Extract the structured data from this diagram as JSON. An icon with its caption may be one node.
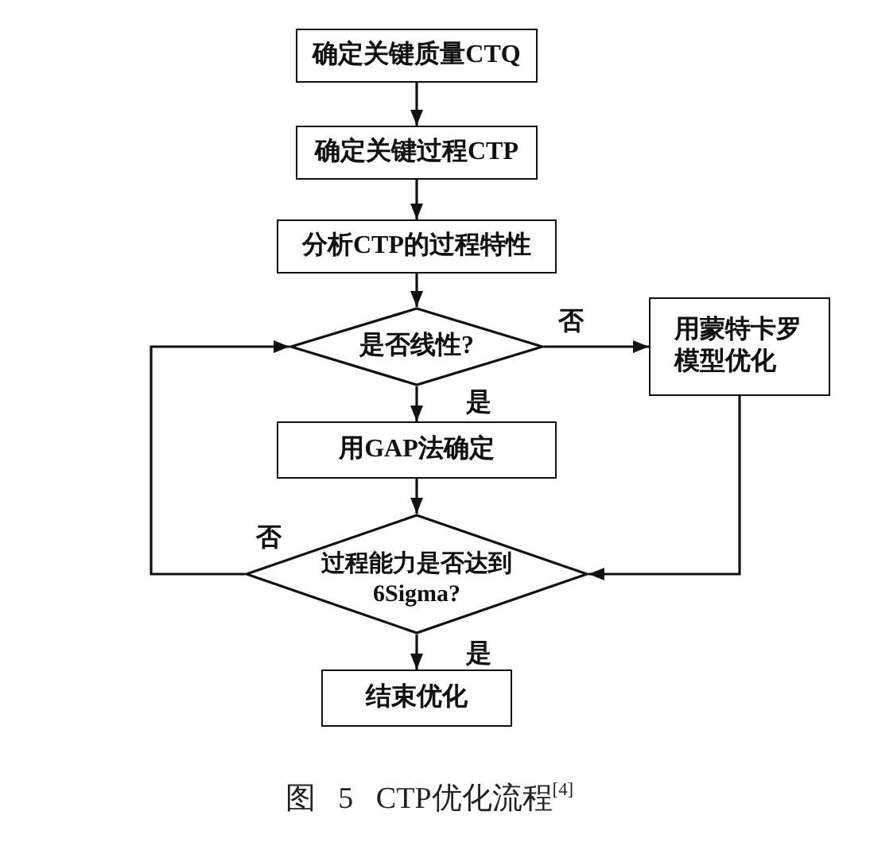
{
  "diagram": {
    "caption": "图 5 CTP优化流程$^{[4]}$",
    "nodes": [
      {
        "text": [
          "确定关键质量CTQ"
        ]
      },
      {
        "text": [
          "确定关键过程CTP"
        ]
      },
      {
        "text": [
          "分析CTP的过程特性"
        ]
      },
      {
        "text": [
          "是否线性?"
        ]
      },
      {
        "text": [
          "用蒙特卡罗模型优化"
        ]
      },
      {
        "text": [
          "用GAP法确定"
        ]
      },
      {
        "text": [
          "过程能力是否达到6Sigma?"
        ]
      },
      {
        "text": [
          "结束优化"
        ]
      }
    ],
    "edges": [
      {
        "from": 0,
        "to": 1,
        "arrow": "to"
      },
      {
        "from": 1,
        "to": 2,
        "arrow": "to"
      },
      {
        "from": 2,
        "to": 3,
        "arrow": "to"
      },
      {
        "from": 3,
        "to": 4,
        "arrow": "to",
        "label": "否"
      },
      {
        "from": 3,
        "to": 5,
        "arrow": "to",
        "label": "是"
      },
      {
        "from": 5,
        "to": 6,
        "arrow": "to"
      },
      {
        "from": 4,
        "to": 6,
        "arrow": "to"
      },
      {
        "from": 6,
        "to": 3,
        "arrow": "to",
        "label": "否"
      },
      {
        "from": 6,
        "to": 7,
        "arrow": "to",
        "label": "是"
      }
    ]
  }
}
